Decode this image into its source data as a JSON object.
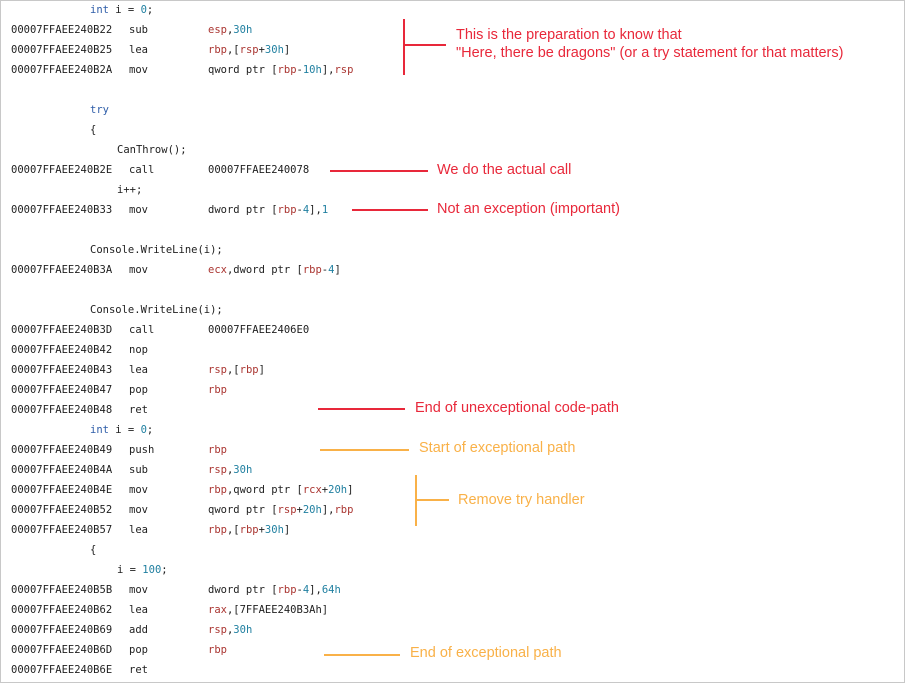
{
  "code_lines": [
    {
      "type": "src",
      "indent": 89,
      "parts": [
        {
          "t": "int",
          "c": "kw"
        },
        {
          "t": " i = "
        },
        {
          "t": "0",
          "c": "nm"
        },
        {
          "t": ";"
        }
      ]
    },
    {
      "type": "asm",
      "addr": "00007FFAEE240B22",
      "mnemonic": "sub",
      "operands": [
        {
          "t": "esp",
          "c": "rg"
        },
        {
          "t": ","
        },
        {
          "t": "30h",
          "c": "nm"
        }
      ]
    },
    {
      "type": "asm",
      "addr": "00007FFAEE240B25",
      "mnemonic": "lea",
      "operands": [
        {
          "t": "rbp",
          "c": "rg"
        },
        {
          "t": ",["
        },
        {
          "t": "rsp",
          "c": "rg"
        },
        {
          "t": "+"
        },
        {
          "t": "30h",
          "c": "nm"
        },
        {
          "t": "]"
        }
      ]
    },
    {
      "type": "asm",
      "addr": "00007FFAEE240B2A",
      "mnemonic": "mov",
      "operands": [
        {
          "t": "qword ptr ["
        },
        {
          "t": "rbp",
          "c": "rg"
        },
        {
          "t": "-"
        },
        {
          "t": "10h",
          "c": "nm"
        },
        {
          "t": "],"
        },
        {
          "t": "rsp",
          "c": "rg"
        }
      ]
    },
    {
      "type": "blank"
    },
    {
      "type": "src",
      "indent": 89,
      "parts": [
        {
          "t": "try",
          "c": "kw"
        }
      ]
    },
    {
      "type": "src",
      "indent": 89,
      "parts": [
        {
          "t": "{"
        }
      ]
    },
    {
      "type": "src",
      "indent": 116,
      "parts": [
        {
          "t": "CanThrow();"
        }
      ]
    },
    {
      "type": "asm",
      "addr": "00007FFAEE240B2E",
      "mnemonic": "call",
      "operands": [
        {
          "t": "00007FFAEE240078"
        }
      ]
    },
    {
      "type": "src",
      "indent": 116,
      "parts": [
        {
          "t": "i++;"
        }
      ]
    },
    {
      "type": "asm",
      "addr": "00007FFAEE240B33",
      "mnemonic": "mov",
      "operands": [
        {
          "t": "dword ptr ["
        },
        {
          "t": "rbp",
          "c": "rg"
        },
        {
          "t": "-"
        },
        {
          "t": "4",
          "c": "nm"
        },
        {
          "t": "],"
        },
        {
          "t": "1",
          "c": "nm"
        }
      ]
    },
    {
      "type": "blank"
    },
    {
      "type": "src",
      "indent": 89,
      "parts": [
        {
          "t": "Console.WriteLine(i);"
        }
      ]
    },
    {
      "type": "asm",
      "addr": "00007FFAEE240B3A",
      "mnemonic": "mov",
      "operands": [
        {
          "t": "ecx",
          "c": "rg"
        },
        {
          "t": ",dword ptr ["
        },
        {
          "t": "rbp",
          "c": "rg"
        },
        {
          "t": "-"
        },
        {
          "t": "4",
          "c": "nm"
        },
        {
          "t": "]"
        }
      ]
    },
    {
      "type": "blank"
    },
    {
      "type": "src",
      "indent": 89,
      "parts": [
        {
          "t": "Console.WriteLine(i);"
        }
      ]
    },
    {
      "type": "asm",
      "addr": "00007FFAEE240B3D",
      "mnemonic": "call",
      "operands": [
        {
          "t": "00007FFAEE2406E0"
        }
      ]
    },
    {
      "type": "asm",
      "addr": "00007FFAEE240B42",
      "mnemonic": "nop",
      "operands": []
    },
    {
      "type": "asm",
      "addr": "00007FFAEE240B43",
      "mnemonic": "lea",
      "operands": [
        {
          "t": "rsp",
          "c": "rg"
        },
        {
          "t": ",["
        },
        {
          "t": "rbp",
          "c": "rg"
        },
        {
          "t": "]"
        }
      ]
    },
    {
      "type": "asm",
      "addr": "00007FFAEE240B47",
      "mnemonic": "pop",
      "operands": [
        {
          "t": "rbp",
          "c": "rg"
        }
      ]
    },
    {
      "type": "asm",
      "addr": "00007FFAEE240B48",
      "mnemonic": "ret",
      "operands": []
    },
    {
      "type": "src",
      "indent": 89,
      "parts": [
        {
          "t": "int",
          "c": "kw"
        },
        {
          "t": " i = "
        },
        {
          "t": "0",
          "c": "nm"
        },
        {
          "t": ";"
        }
      ]
    },
    {
      "type": "asm",
      "addr": "00007FFAEE240B49",
      "mnemonic": "push",
      "operands": [
        {
          "t": "rbp",
          "c": "rg"
        }
      ]
    },
    {
      "type": "asm",
      "addr": "00007FFAEE240B4A",
      "mnemonic": "sub",
      "operands": [
        {
          "t": "rsp",
          "c": "rg"
        },
        {
          "t": ","
        },
        {
          "t": "30h",
          "c": "nm"
        }
      ]
    },
    {
      "type": "asm",
      "addr": "00007FFAEE240B4E",
      "mnemonic": "mov",
      "operands": [
        {
          "t": "rbp",
          "c": "rg"
        },
        {
          "t": ",qword ptr ["
        },
        {
          "t": "rcx",
          "c": "rg"
        },
        {
          "t": "+"
        },
        {
          "t": "20h",
          "c": "nm"
        },
        {
          "t": "]"
        }
      ]
    },
    {
      "type": "asm",
      "addr": "00007FFAEE240B52",
      "mnemonic": "mov",
      "operands": [
        {
          "t": "qword ptr ["
        },
        {
          "t": "rsp",
          "c": "rg"
        },
        {
          "t": "+"
        },
        {
          "t": "20h",
          "c": "nm"
        },
        {
          "t": "],"
        },
        {
          "t": "rbp",
          "c": "rg"
        }
      ]
    },
    {
      "type": "asm",
      "addr": "00007FFAEE240B57",
      "mnemonic": "lea",
      "operands": [
        {
          "t": "rbp",
          "c": "rg"
        },
        {
          "t": ",["
        },
        {
          "t": "rbp",
          "c": "rg"
        },
        {
          "t": "+"
        },
        {
          "t": "30h",
          "c": "nm"
        },
        {
          "t": "]"
        }
      ]
    },
    {
      "type": "src",
      "indent": 89,
      "parts": [
        {
          "t": "{"
        }
      ]
    },
    {
      "type": "src",
      "indent": 116,
      "parts": [
        {
          "t": "i = "
        },
        {
          "t": "100",
          "c": "nm"
        },
        {
          "t": ";"
        }
      ]
    },
    {
      "type": "asm",
      "addr": "00007FFAEE240B5B",
      "mnemonic": "mov",
      "operands": [
        {
          "t": "dword ptr ["
        },
        {
          "t": "rbp",
          "c": "rg"
        },
        {
          "t": "-"
        },
        {
          "t": "4",
          "c": "nm"
        },
        {
          "t": "],"
        },
        {
          "t": "64h",
          "c": "nm"
        }
      ]
    },
    {
      "type": "asm",
      "addr": "00007FFAEE240B62",
      "mnemonic": "lea",
      "operands": [
        {
          "t": "rax",
          "c": "rg"
        },
        {
          "t": ",[7FFAEE240B3Ah]"
        }
      ]
    },
    {
      "type": "asm",
      "addr": "00007FFAEE240B69",
      "mnemonic": "add",
      "operands": [
        {
          "t": "rsp",
          "c": "rg"
        },
        {
          "t": ","
        },
        {
          "t": "30h",
          "c": "nm"
        }
      ]
    },
    {
      "type": "asm",
      "addr": "00007FFAEE240B6D",
      "mnemonic": "pop",
      "operands": [
        {
          "t": "rbp",
          "c": "rg"
        }
      ]
    },
    {
      "type": "asm",
      "addr": "00007FFAEE240B6E",
      "mnemonic": "ret",
      "operands": []
    }
  ],
  "annotations": {
    "preparation": {
      "line1": "This is the preparation to know that",
      "line2": "\"Here, there be dragons\" (or a try statement for that matters)"
    },
    "actual_call": "We do the actual call",
    "not_exception": "Not an exception (important)",
    "end_unexceptional": "End of unexceptional code-path",
    "start_exceptional": "Start of exceptional path",
    "remove_try_handler": "Remove try handler",
    "end_exceptional": "End of exceptional path"
  },
  "colors": {
    "annotation_red": "#e8283a",
    "annotation_orange": "#f9b148",
    "keyword": "#2e5da8",
    "register": "#aa3531",
    "number": "#1f7fa0",
    "text": "#1e1e1e"
  }
}
